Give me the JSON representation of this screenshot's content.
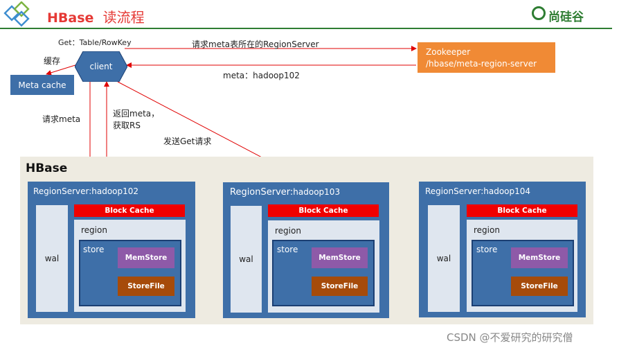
{
  "header": {
    "title_en": "HBase",
    "title_cn": "读流程",
    "brand": "尚硅谷"
  },
  "flow": {
    "get_label": "Get：Table/RowKey",
    "req_meta_rs": "请求meta表所在的RegionServer",
    "meta_resp": "meta：hadoop102",
    "cache_label": "缓存",
    "req_meta": "请求meta",
    "return_meta_1": "返回meta，",
    "return_meta_2": "获取RS",
    "send_get": "发送Get请求"
  },
  "nodes": {
    "client": "client",
    "meta_cache": "Meta cache",
    "zk_line1": "Zookeeper",
    "zk_line2": "/hbase/meta-region-server"
  },
  "hbase": {
    "label": "HBase",
    "servers": [
      {
        "title": "RegionServer:hadoop102",
        "wal": "wal",
        "block_cache": "Block Cache",
        "region": "region",
        "store": "store",
        "memstore": "MemStore",
        "storefile": "StoreFile"
      },
      {
        "title_a": "RegionServer:",
        "title_b": "hadoop103",
        "wal": "wal",
        "block_cache": "Block Cache",
        "region": "region",
        "store": "store",
        "memstore": "MemStore",
        "storefile": "StoreFile"
      },
      {
        "title": "RegionServer:hadoop104",
        "wal": "wal",
        "block_cache": "Block Cache",
        "region": "region",
        "store": "store",
        "memstore": "MemStore",
        "storefile": "StoreFile"
      }
    ]
  },
  "watermark": "CSDN @不爱研究的研究僧",
  "colors": {
    "accent": "#e53935",
    "brand": "#2e7d32",
    "node": "#3e6fa8",
    "zookeeper": "#f08a35",
    "arrow": "#e00000"
  }
}
